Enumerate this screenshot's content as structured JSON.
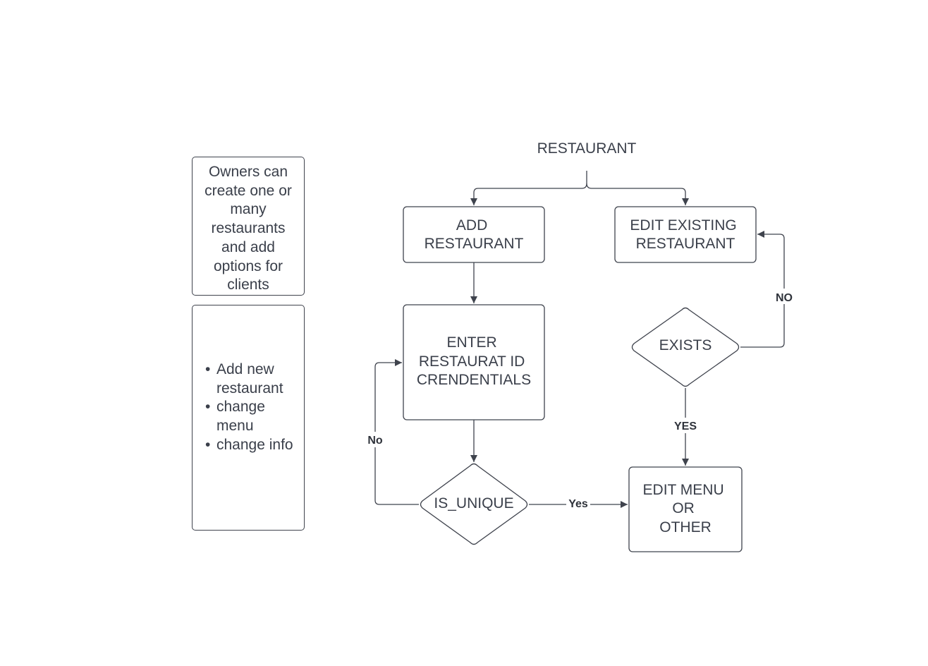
{
  "diagram": {
    "title": "RESTAURANT",
    "nodes": {
      "add_restaurant": [
        "ADD",
        "RESTAURANT"
      ],
      "edit_existing": [
        "EDIT EXISTING",
        "RESTAURANT"
      ],
      "enter_credentials": [
        "ENTER",
        "RESTAURAT ID",
        "CRENDENTIALS"
      ],
      "is_unique": [
        "IS_UNIQUE"
      ],
      "exists": [
        "EXISTS"
      ],
      "edit_menu": [
        "EDIT MENU",
        "OR",
        "OTHER"
      ]
    },
    "edges": {
      "no_unique": "No",
      "yes_unique": "Yes",
      "no_exists": "NO",
      "yes_exists": "YES"
    }
  },
  "notes": {
    "owners": "Owners can create one or many restaurants and add options for clients",
    "actions": [
      "Add new restaurant",
      "change menu",
      "change info"
    ]
  }
}
